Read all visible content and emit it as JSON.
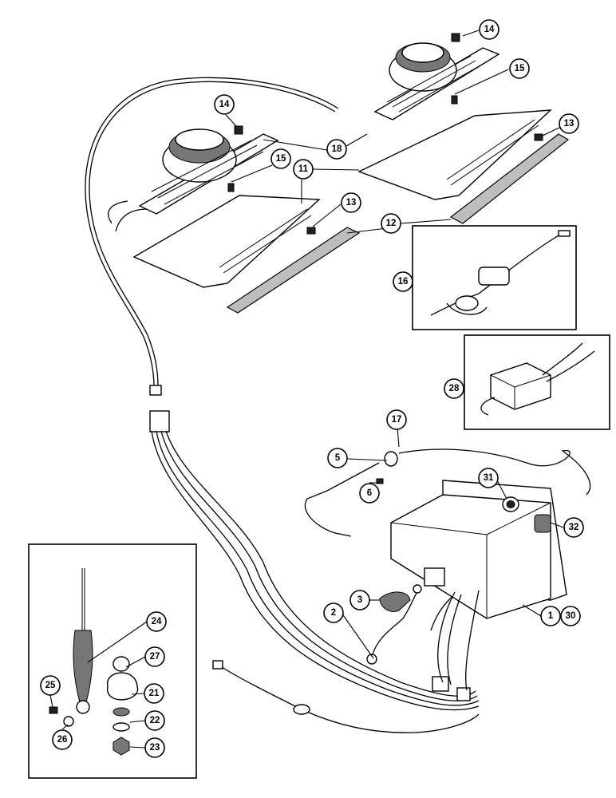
{
  "callouts": {
    "c1": "1",
    "c2": "2",
    "c3": "3",
    "c5": "5",
    "c6": "6",
    "c11": "11",
    "c12": "12",
    "c13a": "13",
    "c13b": "13",
    "c14a": "14",
    "c14b": "14",
    "c15a": "15",
    "c15b": "15",
    "c16": "16",
    "c17": "17",
    "c18": "18",
    "c21": "21",
    "c22": "22",
    "c23": "23",
    "c24": "24",
    "c25": "25",
    "c26": "26",
    "c27": "27",
    "c28": "28",
    "c30": "30",
    "c31": "31",
    "c32": "32"
  }
}
